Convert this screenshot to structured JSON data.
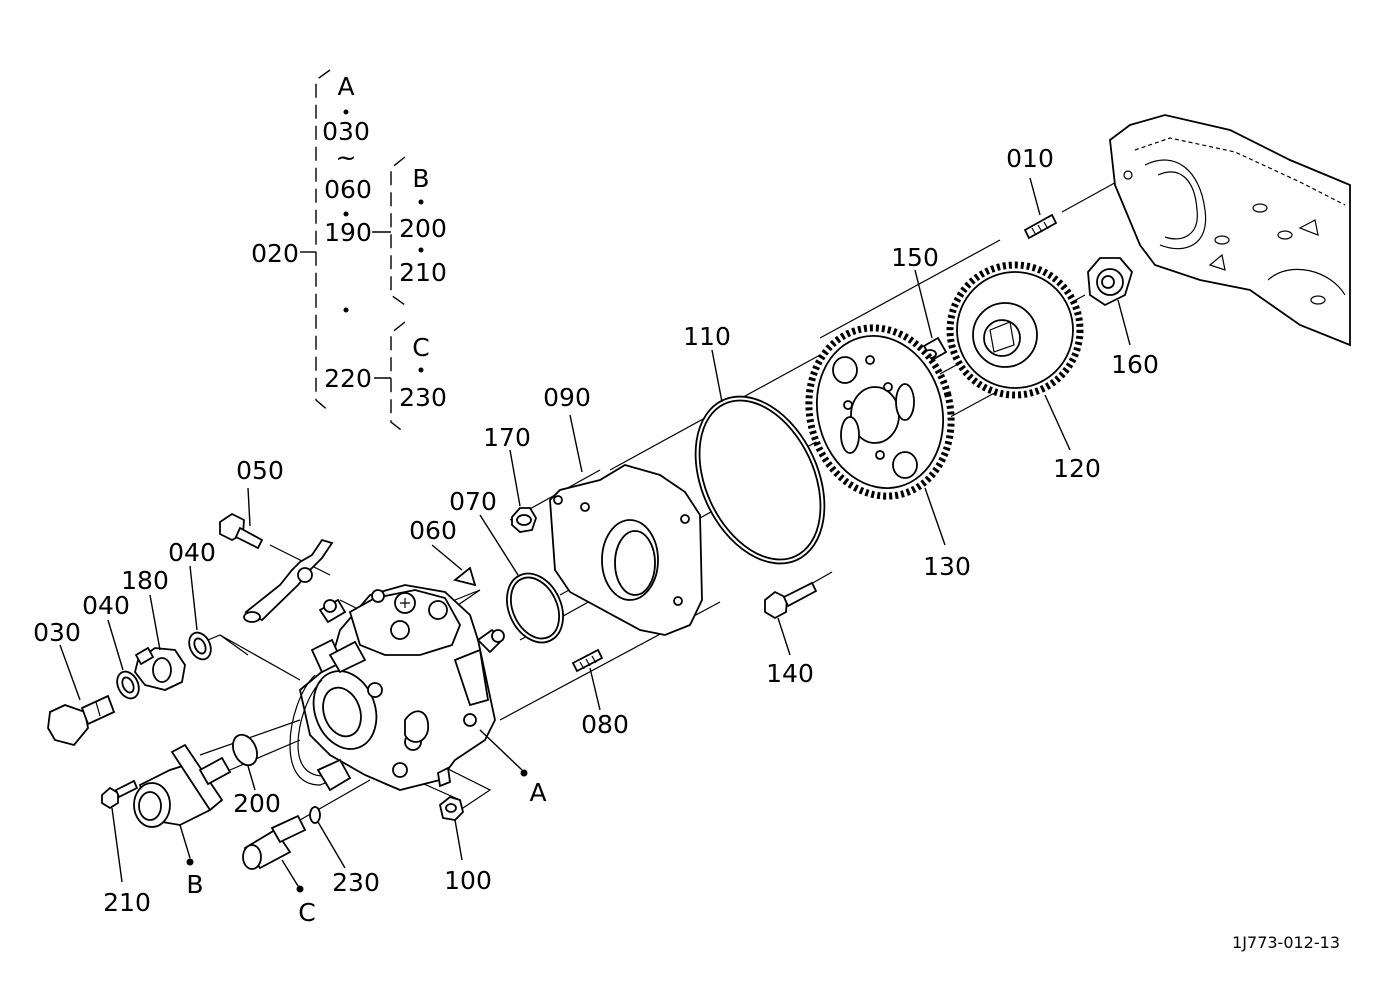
{
  "callouts": {
    "p010": "010",
    "p020": "020",
    "p030_top": "030",
    "p060_top": "060",
    "p190": "190",
    "p200_top": "200",
    "p210_top": "210",
    "p220": "220",
    "p230_top": "230",
    "grp_a": "A",
    "grp_b": "B",
    "grp_c": "C",
    "tilde": "~",
    "p150": "150",
    "p160": "160",
    "p110": "110",
    "p090": "090",
    "p170": "170",
    "p120": "120",
    "p130": "130",
    "p070": "070",
    "p060": "060",
    "p050": "050",
    "p040_a": "040",
    "p040_b": "040",
    "p180": "180",
    "p030": "030",
    "p080": "080",
    "p140": "140",
    "p200": "200",
    "p210": "210",
    "p230": "230",
    "p100": "100",
    "mark_a": "A",
    "mark_b": "B",
    "mark_c": "C"
  },
  "drawing_code": "1J773-012-13"
}
